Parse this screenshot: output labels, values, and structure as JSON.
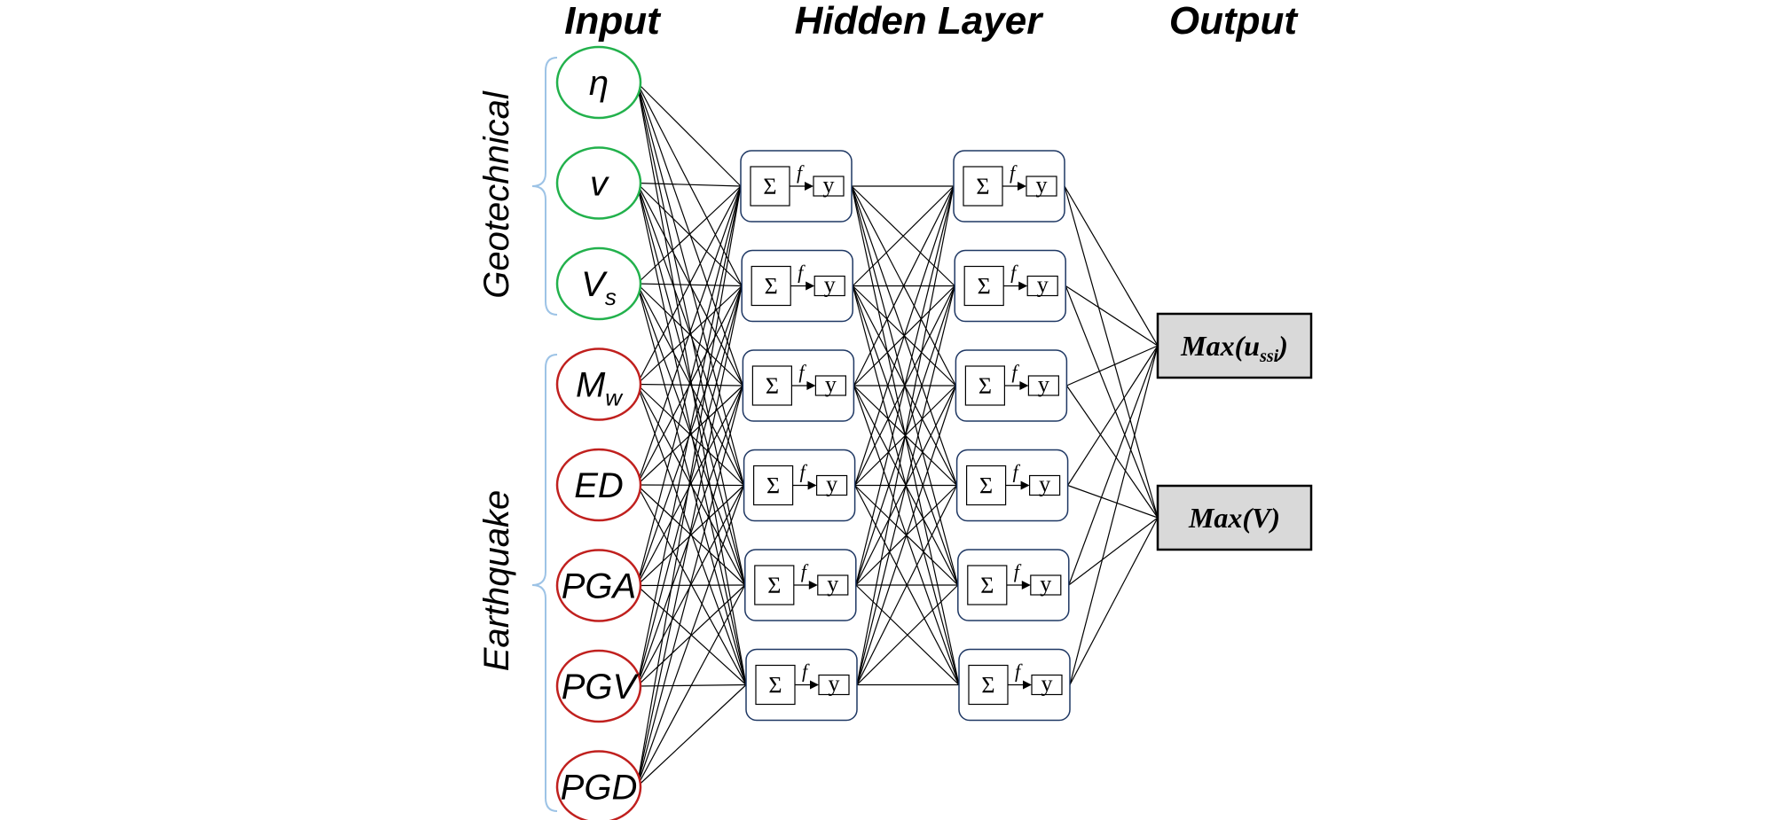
{
  "headers": {
    "input": "Input",
    "hidden": "Hidden Layer",
    "output": "Output"
  },
  "groups": {
    "geotechnical": "Geotechnical",
    "earthquake": "Earthquake"
  },
  "inputs": [
    {
      "label": "η",
      "sub": "",
      "group": "geotechnical"
    },
    {
      "label": "v",
      "sub": "",
      "group": "geotechnical"
    },
    {
      "label": "V",
      "sub": "s",
      "group": "geotechnical"
    },
    {
      "label": "M",
      "sub": "w",
      "group": "earthquake"
    },
    {
      "label": "ED",
      "sub": "",
      "group": "earthquake"
    },
    {
      "label": "PGA",
      "sub": "",
      "group": "earthquake"
    },
    {
      "label": "PGV",
      "sub": "",
      "group": "earthquake"
    },
    {
      "label": "PGD",
      "sub": "",
      "group": "earthquake"
    }
  ],
  "neuron": {
    "sum_symbol": "Σ",
    "func_symbol": "f",
    "out_symbol": "y"
  },
  "hidden_layers": [
    {
      "neurons": 6
    },
    {
      "neurons": 6
    }
  ],
  "outputs": [
    {
      "label": "Max(u",
      "sub": "ssi",
      "suffix": ")"
    },
    {
      "label": "Max(V)",
      "sub": "",
      "suffix": ""
    }
  ],
  "colors": {
    "geotechnical": "#22b14c",
    "earthquake": "#c0201e",
    "neuron_border": "#1f3864",
    "brace": "#9dc3e6",
    "output_fill": "#d9d9d9",
    "line": "#000000"
  }
}
